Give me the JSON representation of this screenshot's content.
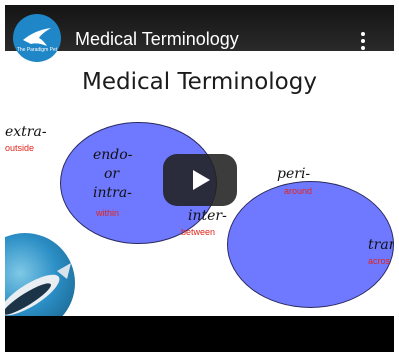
{
  "player": {
    "video_title": "Medical Terminology",
    "channel_avatar": {
      "icon": "bird-logo-icon",
      "text": "The Paradigm Pet"
    },
    "menu_icon": "more-vert-icon",
    "play_icon": "play-icon"
  },
  "slide": {
    "title": "Medical Terminology",
    "terms": {
      "extra": {
        "word": "extra-",
        "meaning": "outside"
      },
      "endo": {
        "word_1": "endo-",
        "word_2": "or",
        "word_3": "intra-",
        "meaning": "within"
      },
      "inter": {
        "word": "inter-",
        "meaning": "between"
      },
      "peri": {
        "word": "peri-",
        "meaning": "around"
      },
      "trans": {
        "word": "tran",
        "meaning": "acros"
      }
    }
  },
  "colors": {
    "circle_fill": "#6f79ff",
    "meaning_text": "#e1251b",
    "player_bg": "#000000"
  }
}
